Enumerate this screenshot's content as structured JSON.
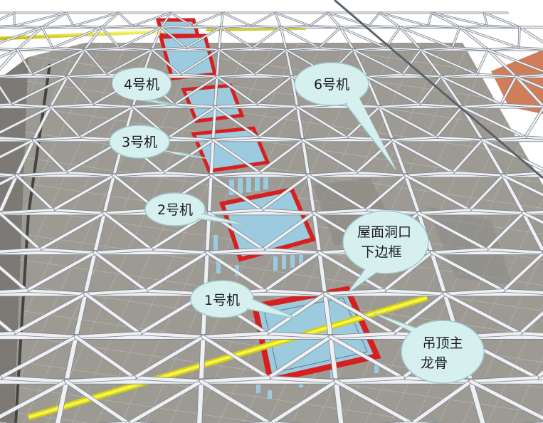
{
  "units": [
    {
      "id": "unit-1",
      "label": "1号机"
    },
    {
      "id": "unit-2",
      "label": "2号机"
    },
    {
      "id": "unit-3",
      "label": "3号机"
    },
    {
      "id": "unit-4",
      "label": "4号机"
    },
    {
      "id": "unit-6",
      "label": "6号机"
    }
  ],
  "annotations": {
    "roof_opening_frame": [
      "屋面洞口",
      "下边框"
    ],
    "ceiling_main_keel": [
      "吊顶主",
      "龙骨"
    ]
  },
  "colors": {
    "floor": "#9d9a94",
    "floor_grid": "#b7b4ae",
    "truss_light": "#e9ecf0",
    "truss_dark": "#8d939b",
    "opening_frame": "#d81f1f",
    "opening_fill": "#9ccbe0",
    "keel": "#f2ee1e",
    "callout": "#d6f0f0",
    "callout_stroke": "#9fc9cc",
    "orange_patch": "#c8673d"
  }
}
